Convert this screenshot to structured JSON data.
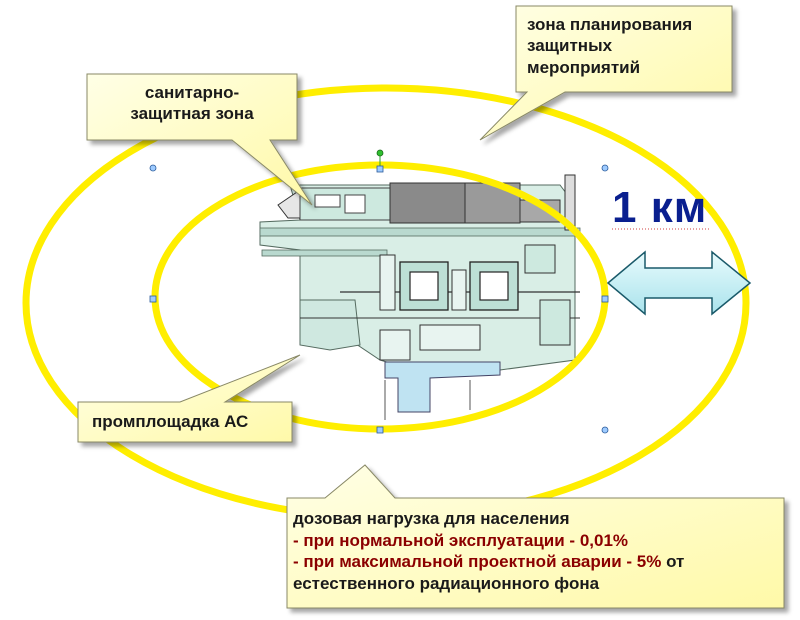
{
  "callouts": {
    "planning_zone": [
      "зона планирования",
      "защитных",
      "мероприятий"
    ],
    "sanitary_zone": [
      "санитарно-",
      "защитная зона"
    ],
    "industrial_site": "промплощадка АС"
  },
  "scale": {
    "label": "1 км"
  },
  "dose": {
    "title": "дозовая нагрузка для населения",
    "normal_prefix": "- при нормальной эксплуатации - ",
    "normal_value": "0,01%",
    "accident_prefix": "- при максимальной проектной аварии - ",
    "accident_value": "5%",
    "accident_suffix": " от",
    "last_line": "естественного радиационного фона"
  },
  "colors": {
    "zone_ring": "#ffee00",
    "callout_fill": "#ffffcc",
    "dose_fill": "#ffffcc",
    "arrow_fill": "#c8f0f5",
    "scale_text": "#0a1f8f",
    "highlight_text": "#8b0000"
  }
}
